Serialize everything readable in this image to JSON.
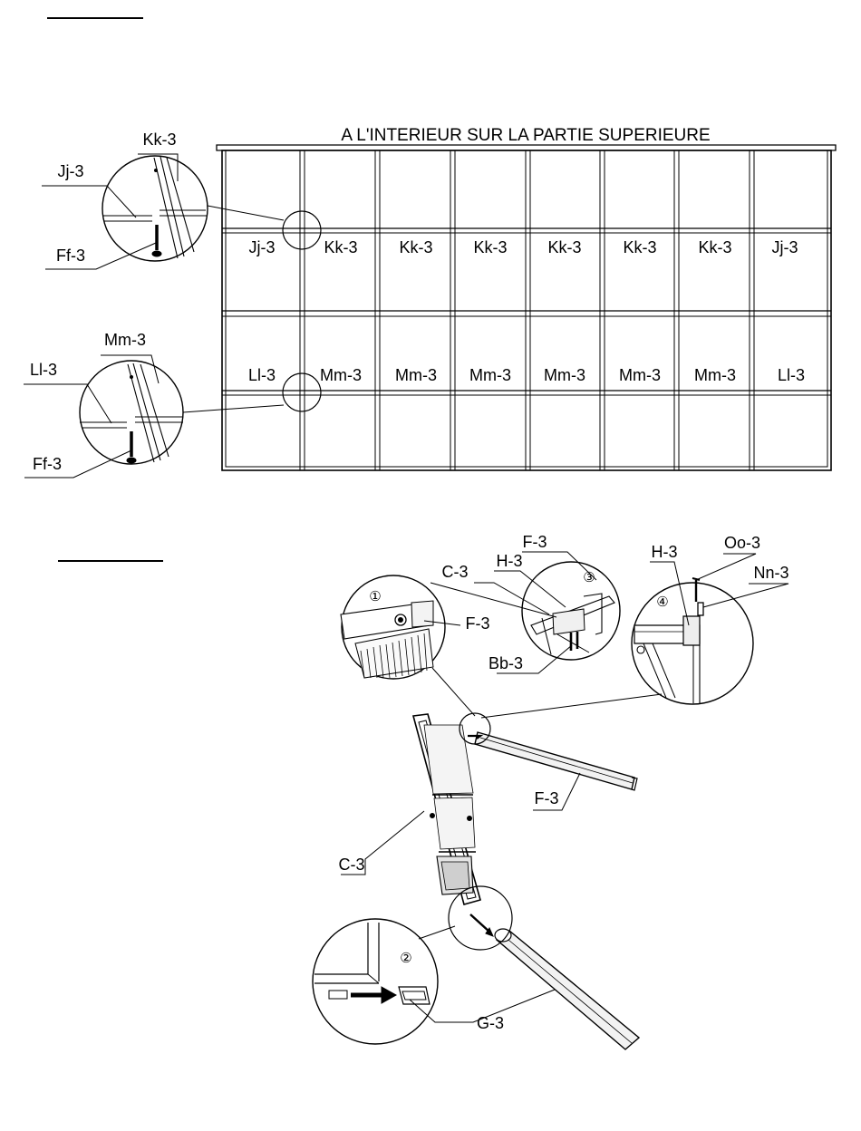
{
  "section1": {
    "title": "A L'INTERIEUR SUR LA PARTIE SUPERIEURE",
    "upper_row_labels": [
      "Jj-3",
      "Kk-3",
      "Kk-3",
      "Kk-3",
      "Kk-3",
      "Kk-3",
      "Kk-3",
      "Jj-3"
    ],
    "lower_row_labels": [
      "Ll-3",
      "Mm-3",
      "Mm-3",
      "Mm-3",
      "Mm-3",
      "Mm-3",
      "Mm-3",
      "Ll-3"
    ],
    "detail_top": {
      "top_label": "Kk-3",
      "left_label": "Jj-3",
      "bottom_label": "Ff-3"
    },
    "detail_bottom": {
      "top_label": "Mm-3",
      "left_label": "Ll-3",
      "bottom_label": "Ff-3"
    }
  },
  "section2": {
    "detail1": {
      "number": "①",
      "label": "F-3"
    },
    "detail2": {
      "number": "②",
      "label": "G-3"
    },
    "detail3": {
      "number": "③",
      "labels": [
        "F-3",
        "H-3",
        "Bb-3"
      ]
    },
    "detail4": {
      "number": "④",
      "labels": [
        "H-3",
        "Oo-3",
        "Nn-3"
      ]
    },
    "top_center_label": "C-3",
    "rail_label": "F-3",
    "door_label": "C-3"
  }
}
